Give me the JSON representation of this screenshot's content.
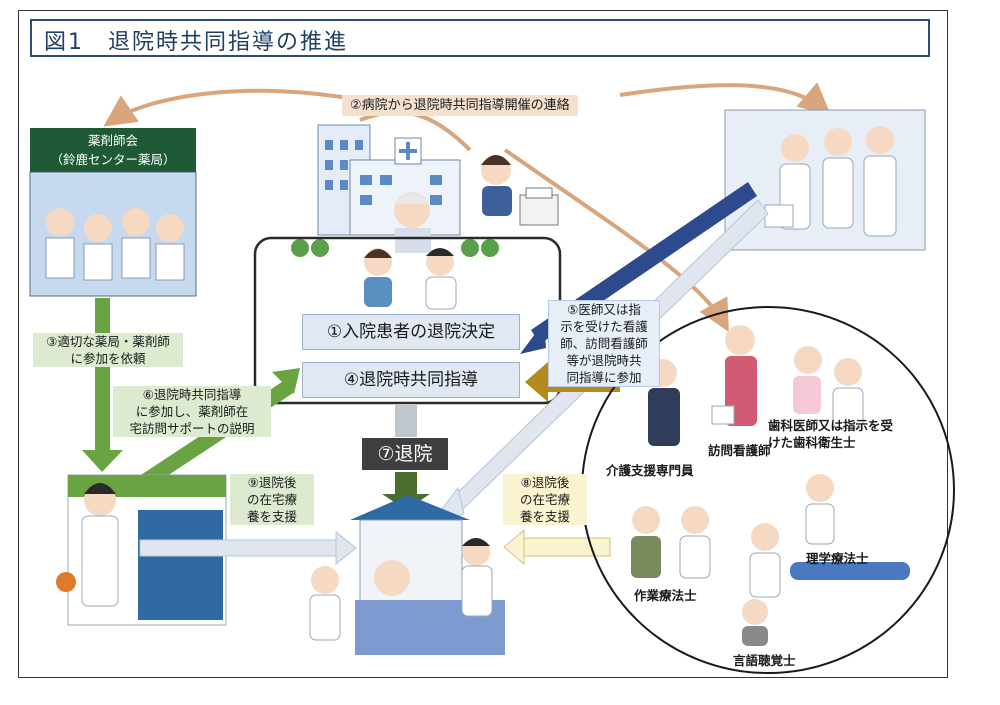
{
  "title": "図1　退院時共同指導の推進",
  "pharmacy": {
    "name": "薬剤師会",
    "sub": "（鈴鹿センター薬局）"
  },
  "steps": {
    "s1": "①入院患者の退院決定",
    "s2": "②病院から退院時共同指導開催の連絡",
    "s3": [
      "③適切な薬局・薬剤師",
      "に参加を依頼"
    ],
    "s4": "④退院時共同指導",
    "s5": [
      "⑤医師又は指",
      "示を受けた看護",
      "師、訪問看護師",
      "等が退院時共",
      "同指導に参加"
    ],
    "s6": [
      "⑥退院時共同指導",
      "に参加し、薬剤師在",
      "宅訪問サポートの説明"
    ],
    "s7": "⑦退院",
    "s8": [
      "⑧退院後",
      "の在宅療",
      "養を支援"
    ],
    "s9": [
      "⑨退院後",
      "の在宅療",
      "養を支援"
    ]
  },
  "roles": {
    "care_manager": "介護支援専門員",
    "visiting_nurse": "訪問看護師",
    "dentist": [
      "歯科医師又は指示を受",
      "けた歯科衛生士"
    ],
    "pt": "理学療法士",
    "ot": "作業療法士",
    "st": "言語聴覚士"
  },
  "colors": {
    "tan_arrow": "#d9a57c",
    "green_arrow": "#6aa341",
    "navy_arrow": "#2c4a8c",
    "gold_arrow": "#b58a1c",
    "light_arrow": "#dfe6ef"
  }
}
